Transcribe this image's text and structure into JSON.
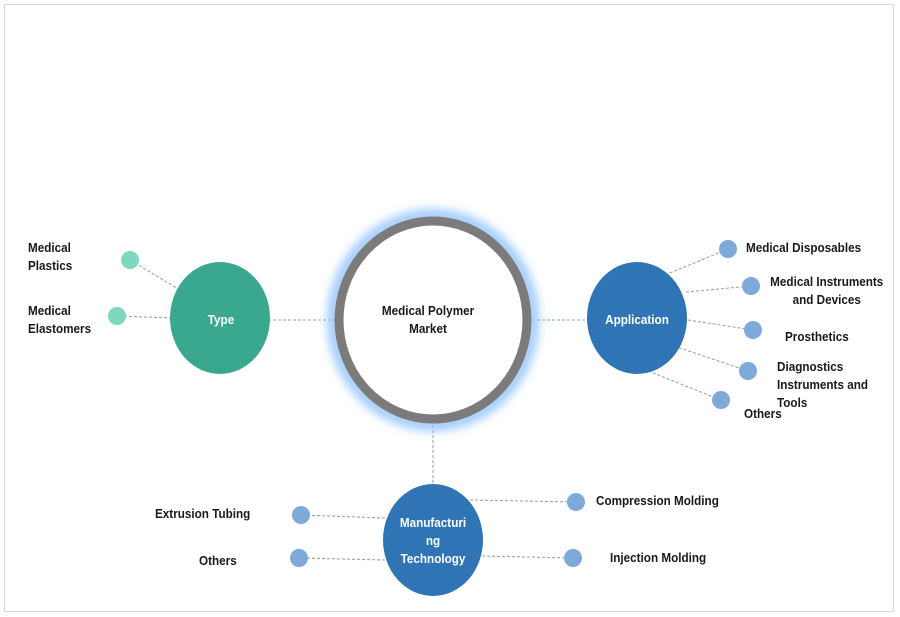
{
  "center": {
    "title": "Medical Polymer Market"
  },
  "type": {
    "label": "Type",
    "items": [
      "Medical Plastics",
      "Medical Elastomers"
    ]
  },
  "application": {
    "label": "Application",
    "items": [
      "Medical Disposables",
      "Medical Instruments and Devices",
      "Prosthetics",
      "Diagnostics Instruments and Tools",
      "Others"
    ]
  },
  "manufacturing": {
    "label": "Manufacturing Technology",
    "label_lines": [
      "Manufacturi",
      "ng",
      "Technology"
    ],
    "items": [
      "Extrusion Tubing",
      "Others",
      "Compression Molding",
      "Injection Molding"
    ]
  },
  "colors": {
    "type": "#3aa88f",
    "type_dot": "#7fd6c1",
    "application": "#2f74b5",
    "app_dot": "#7fa9d9",
    "ring": "#7b7b7b"
  }
}
